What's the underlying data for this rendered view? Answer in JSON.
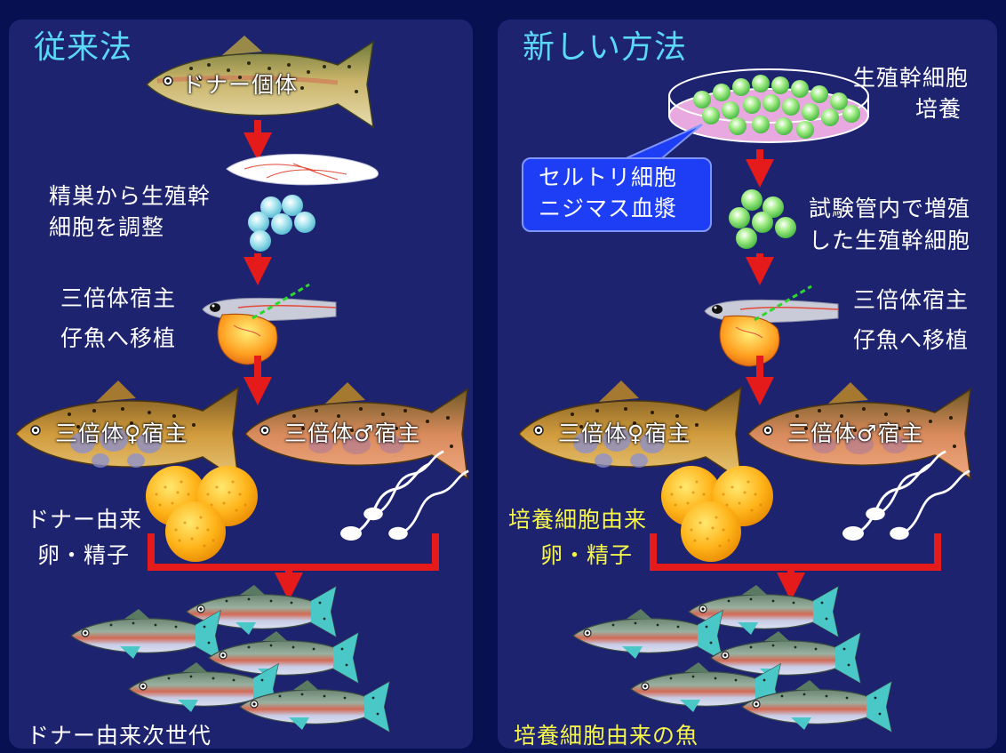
{
  "colors": {
    "background": "#071050",
    "panel": "#1e2370",
    "title": "#5ad8f5",
    "arrow": "#e51a1a",
    "highlight_text": "#f5f54a",
    "callout": "#1e3ef5"
  },
  "left": {
    "title": "従来法",
    "donor_fish_label": "ドナー個体",
    "testis_step_line1": "精巣から生殖幹",
    "testis_step_line2": "細胞を調整",
    "transplant_line1": "三倍体宿主",
    "transplant_line2": "仔魚へ移植",
    "female_host": "三倍体♀宿主",
    "male_host": "三倍体♂宿主",
    "gamete_line1": "ドナー由来",
    "gamete_line2": "卵・精子",
    "bottom_label": "ドナー由来次世代"
  },
  "right": {
    "title": "新しい方法",
    "culture_line1": "生殖幹細胞",
    "culture_line2": "培養",
    "callout_line1": "セルトリ細胞",
    "callout_line2": "ニジマス血漿",
    "proliferation_line1": "試験管内で増殖",
    "proliferation_line2": "した生殖幹細胞",
    "transplant_line1": "三倍体宿主",
    "transplant_line2": "仔魚へ移植",
    "female_host": "三倍体♀宿主",
    "male_host": "三倍体♂宿主",
    "gamete_line1": "培養細胞由来",
    "gamete_line2": "卵・精子",
    "bottom_label": "培養細胞由来の魚"
  }
}
